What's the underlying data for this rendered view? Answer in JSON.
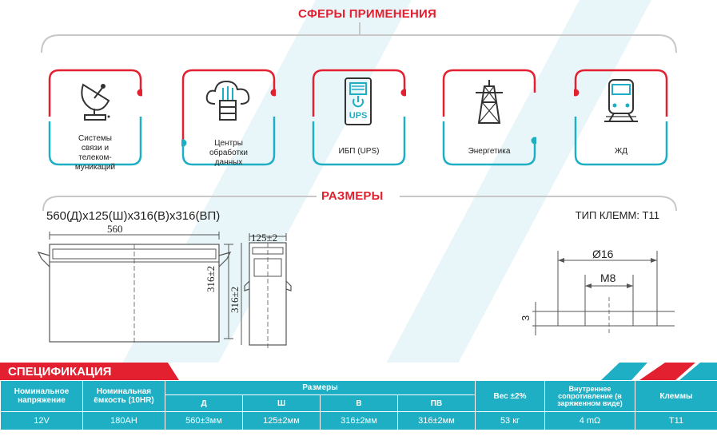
{
  "applications": {
    "title": "СФЕРЫ ПРИМЕНЕНИЯ",
    "items": [
      {
        "label": "Системы связи и телеком-муникаций",
        "icon": "satellite-dish-icon"
      },
      {
        "label": "Центры обработки данных",
        "icon": "cloud-server-icon"
      },
      {
        "label": "ИБП (UPS)",
        "icon": "ups-icon"
      },
      {
        "label": "Энергетика",
        "icon": "power-tower-icon"
      },
      {
        "label": "ЖД",
        "icon": "train-icon"
      }
    ],
    "ups_icon_text": "UPS"
  },
  "dimensions": {
    "title": "РАЗМЕРЫ",
    "size_line": "560(Д)x125(Ш)x316(В)x316(ВП)",
    "terminal_type": "ТИП КЛЕММ: T11",
    "front_width": "560",
    "front_height": "316±2",
    "side_width": "125±2",
    "side_height": "316±2",
    "terminal_outer": "Ø16",
    "terminal_thread": "M8",
    "terminal_height": "3"
  },
  "spec": {
    "title": "СПЕЦИФИКАЦИЯ",
    "headers": {
      "voltage": "Номинальное напряжение",
      "capacity": "Номинальная ёмкость (10HR)",
      "dimensions": "Размеры",
      "d": "Д",
      "w": "Ш",
      "h": "В",
      "th": "ПВ",
      "weight": "Вес ±2%",
      "resistance": "Внутреннее сопротивление (в заряженном виде)",
      "terminals": "Клеммы"
    },
    "row": {
      "voltage": "12V",
      "capacity": "180AH",
      "d": "560±3мм",
      "w": "125±2мм",
      "h": "316±2мм",
      "th": "316±2мм",
      "weight": "53 кг",
      "resistance": "4 mΩ",
      "terminals": "T11"
    }
  },
  "colors": {
    "red": "#e3202f",
    "teal": "#1eafc4",
    "gray": "#c8c8c8"
  }
}
